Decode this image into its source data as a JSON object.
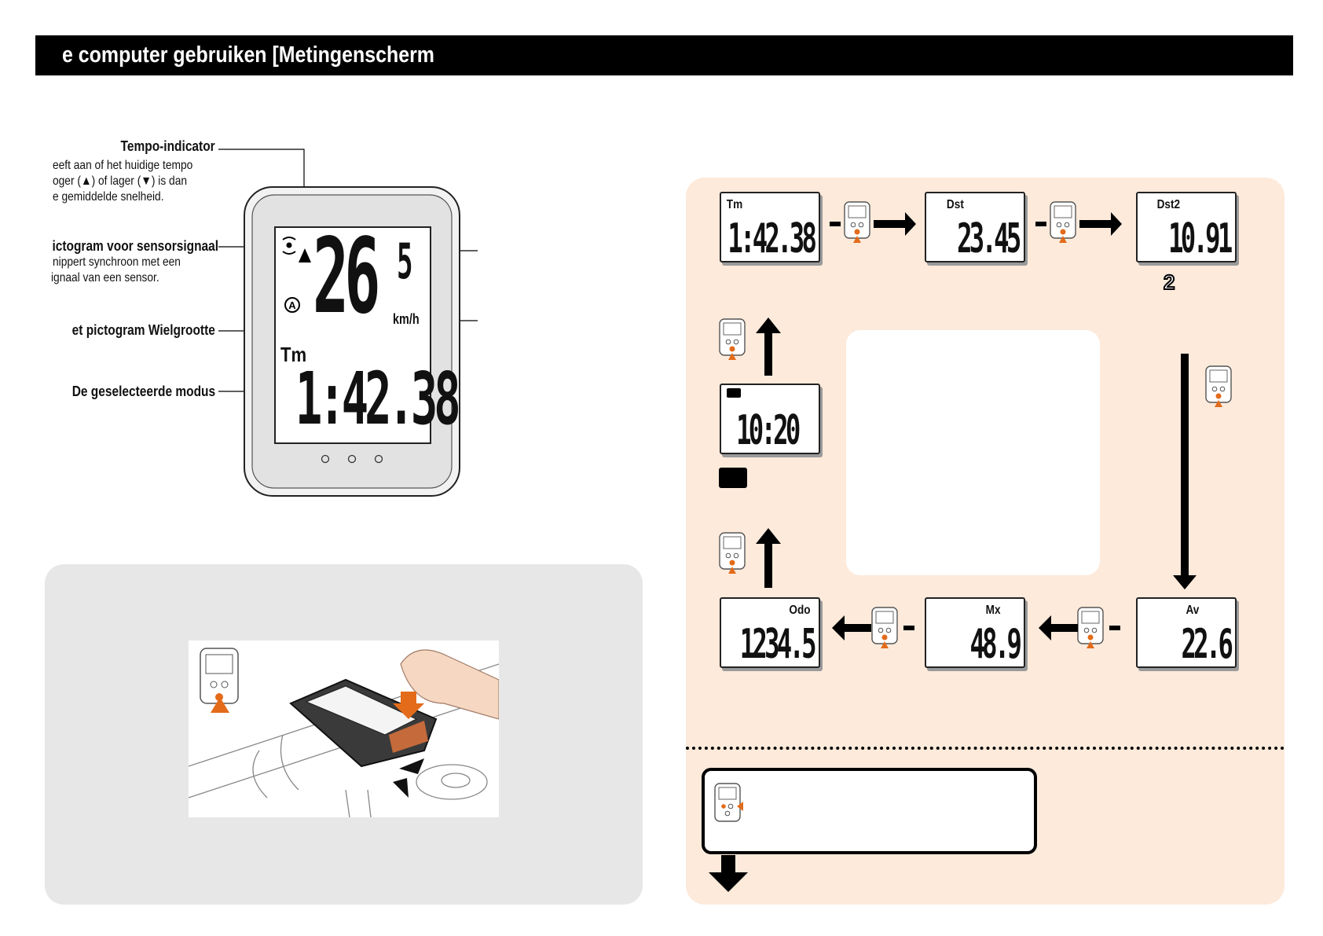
{
  "header": {
    "title": "e computer gebruiken [Metingenscherm"
  },
  "callouts": [
    {
      "title": "Tempo-indicator",
      "body": [
        "eeft aan of het huidige tempo",
        "oger (▲) of lager (▼) is dan",
        "e gemiddelde snelheid."
      ]
    },
    {
      "title": "ictogram voor sensorsignaal",
      "body": [
        "nippert synchroon met een",
        "ignaal van een sensor."
      ]
    },
    {
      "title": "et pictogram Wielgrootte",
      "body": []
    },
    {
      "title": "De geselecteerde modus",
      "body": []
    }
  ],
  "main_display": {
    "speed": "26",
    "speed_decimal": "5",
    "unit": "km/h",
    "mode_label": "Tm",
    "mode_value": "1:42.38",
    "wheel_icon_letter": "A"
  },
  "cycle": [
    {
      "label": "Tm",
      "value": "1:42.38"
    },
    {
      "label": "Dst",
      "value": "23.45"
    },
    {
      "label": "Dst2",
      "value": "10.91"
    },
    {
      "label": "Av",
      "value": "22.6"
    },
    {
      "label": "Mx",
      "value": "48.9"
    },
    {
      "label": "Odo",
      "value": "1234.5"
    },
    {
      "label": "",
      "value": "10:20"
    }
  ],
  "dst2_sub": "2",
  "colors": {
    "accent_orange": "#e36b1a",
    "peach_panel": "#fdeadb",
    "gray_panel": "#e7e7e7"
  }
}
